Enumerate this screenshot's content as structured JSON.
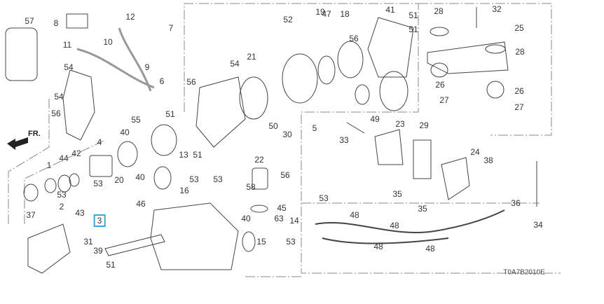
{
  "diagram_code": "T0A7B2010E",
  "front_indicator": "FR.",
  "highlighted_part": "3",
  "labels": [
    "57",
    "8",
    "12",
    "7",
    "11",
    "10",
    "9",
    "6",
    "54",
    "56",
    "51",
    "54",
    "56",
    "55",
    "40",
    "4",
    "13",
    "51",
    "44",
    "42",
    "1",
    "40",
    "20",
    "53",
    "53",
    "2",
    "43",
    "3",
    "46",
    "37",
    "31",
    "39",
    "51",
    "22",
    "56",
    "53",
    "53",
    "16",
    "58",
    "45",
    "40",
    "63",
    "14",
    "15",
    "53",
    "52",
    "19",
    "47",
    "18",
    "41",
    "51",
    "51",
    "56",
    "21",
    "54",
    "50",
    "30",
    "5",
    "33",
    "49",
    "23",
    "29",
    "24",
    "38",
    "35",
    "35",
    "36",
    "34",
    "53",
    "48",
    "48",
    "48",
    "48",
    "32",
    "28",
    "25",
    "28",
    "26",
    "26",
    "27",
    "27"
  ]
}
